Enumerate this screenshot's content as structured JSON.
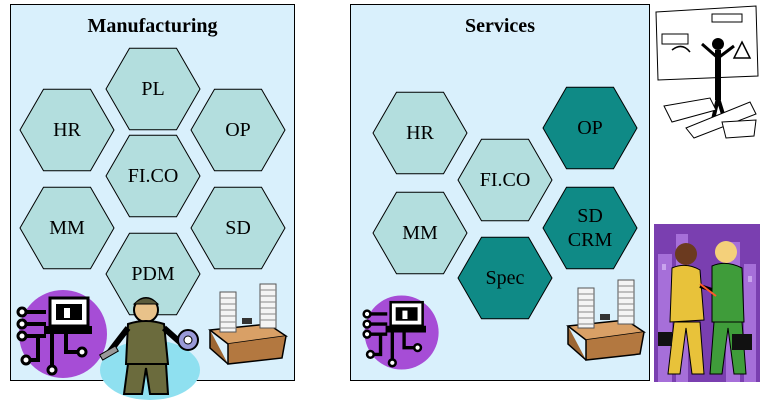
{
  "manufacturing": {
    "title": "Manufacturing",
    "modules": [
      "PL",
      "HR",
      "OP",
      "FI.CO",
      "MM",
      "SD",
      "PDM"
    ]
  },
  "services": {
    "title": "Services",
    "modules": [
      {
        "label": "HR",
        "highlight": false
      },
      {
        "label": "OP",
        "highlight": true
      },
      {
        "label": "FI.CO",
        "highlight": false
      },
      {
        "label": "MM",
        "highlight": false
      },
      {
        "label": "SD\nCRM",
        "highlight": true
      },
      {
        "label": "Spec",
        "highlight": true
      }
    ]
  },
  "colors": {
    "panel_bg": "#d9f0fc",
    "hex_fill": "#b3dede",
    "hex_highlight": "#0f8a86",
    "clipart_purple": "#a64dd6"
  },
  "icons": [
    "computer-network-icon",
    "mechanic-clipart",
    "paper-stacks-desk-clipart",
    "presenter-clipart",
    "business-handshake-clipart"
  ]
}
